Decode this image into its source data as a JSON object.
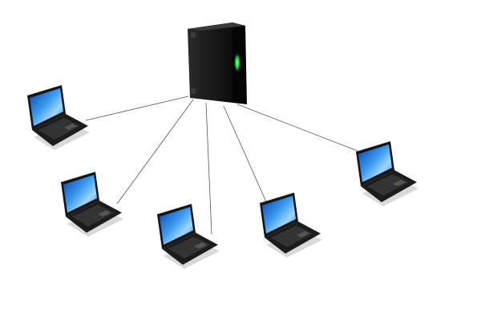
{
  "diagram": {
    "type": "star-network",
    "hub": {
      "id": "server",
      "kind": "server-tower",
      "icon": "server-icon",
      "led_color": "#22dd44"
    },
    "nodes": [
      {
        "id": "laptop-1",
        "kind": "laptop",
        "icon": "laptop-icon"
      },
      {
        "id": "laptop-2",
        "kind": "laptop",
        "icon": "laptop-icon"
      },
      {
        "id": "laptop-3",
        "kind": "laptop",
        "icon": "laptop-icon"
      },
      {
        "id": "laptop-4",
        "kind": "laptop",
        "icon": "laptop-icon"
      },
      {
        "id": "laptop-5",
        "kind": "laptop",
        "icon": "laptop-icon"
      }
    ],
    "edges": [
      {
        "from": "server",
        "to": "laptop-1"
      },
      {
        "from": "server",
        "to": "laptop-2"
      },
      {
        "from": "server",
        "to": "laptop-3"
      },
      {
        "from": "server",
        "to": "laptop-4"
      },
      {
        "from": "server",
        "to": "laptop-5"
      }
    ],
    "colors": {
      "screen": "#1a6fe0",
      "body": "#1a1a1a",
      "line": "#555555"
    }
  }
}
